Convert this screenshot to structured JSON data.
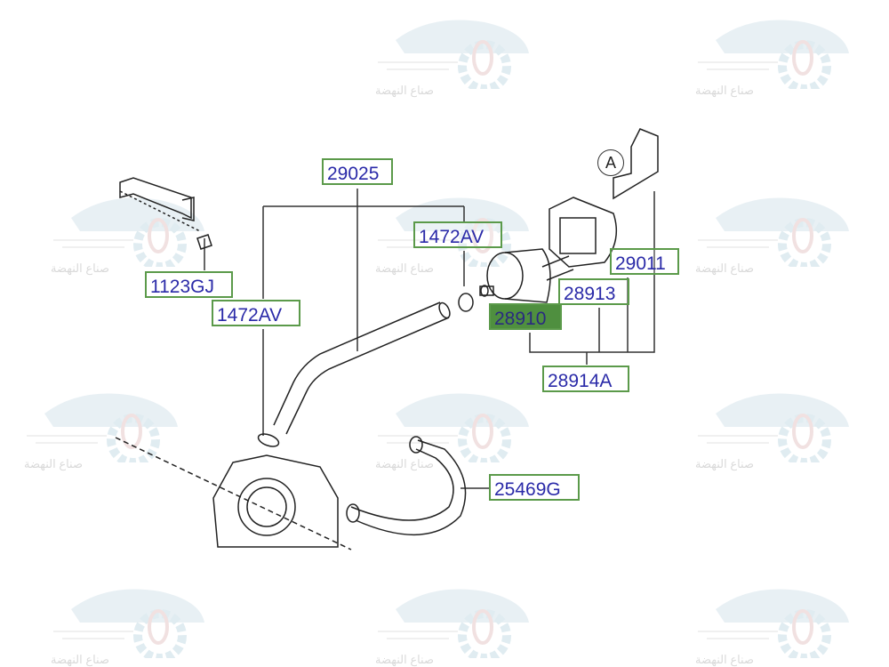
{
  "watermark": {
    "text": "صناع النهضة"
  },
  "callouts": [
    {
      "id": "29025",
      "label": "29025"
    },
    {
      "id": "1472AV-top",
      "label": "1472AV"
    },
    {
      "id": "1123GJ",
      "label": "1123GJ"
    },
    {
      "id": "1472AV-left",
      "label": "1472AV"
    },
    {
      "id": "29011",
      "label": "29011"
    },
    {
      "id": "28913",
      "label": "28913"
    },
    {
      "id": "28910",
      "label": "28910",
      "selected": true
    },
    {
      "id": "28914A",
      "label": "28914A"
    },
    {
      "id": "25469G",
      "label": "25469G"
    }
  ],
  "view_marker": "A",
  "colors": {
    "label_border": "#5b9a4a",
    "label_text": "#2a2aa8",
    "selected_fill": "#4f8f3f"
  }
}
